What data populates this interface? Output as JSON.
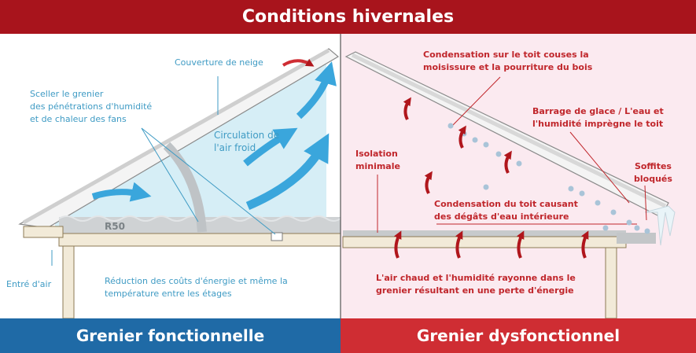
{
  "header": {
    "title": "Conditions hivernales"
  },
  "left": {
    "footer": "Grenier fonctionnelle",
    "labels": {
      "snow": "Couverture de neige",
      "seal_1": "Sceller le grenier",
      "seal_2": "des pénétrations d'humidité",
      "seal_3": "et de chaleur des fans",
      "cold_air_1": "Circulation de",
      "cold_air_2": "l'air froid",
      "insulation": "R50",
      "air_intake": "Entré d'air",
      "savings_1": "Réduction des coûts d'énergie et même la",
      "savings_2": "température entre les étages"
    }
  },
  "right": {
    "footer": "Grenier dysfonctionnel",
    "labels": {
      "roof_cond_1": "Condensation sur le toit couses la",
      "roof_cond_2": "moisissure et la pourriture du bois",
      "ice_dam_1": "Barrage de glace / L'eau et",
      "ice_dam_2": "l'humidité imprègne le toit",
      "soffit_1": "Soffites",
      "soffit_2": "bloqués",
      "insulation_1": "Isolation",
      "insulation_2": "minimale",
      "water_damage_1": "Condensation du toit causant",
      "water_damage_2": "des dégâts d'eau intérieure",
      "heat_loss_1": "L'air chaud et l'humidité rayonne dans le",
      "heat_loss_2": "grenier résultant en une perte d'énergie"
    }
  },
  "colors": {
    "header": "#a8141c",
    "left_footer": "#1f6aa6",
    "right_footer": "#cf2d33",
    "label_blue": "#3f9bc4",
    "label_red": "#c0262b",
    "arrow_blue": "#3aa6dc",
    "arrow_red": "#b0161c"
  }
}
